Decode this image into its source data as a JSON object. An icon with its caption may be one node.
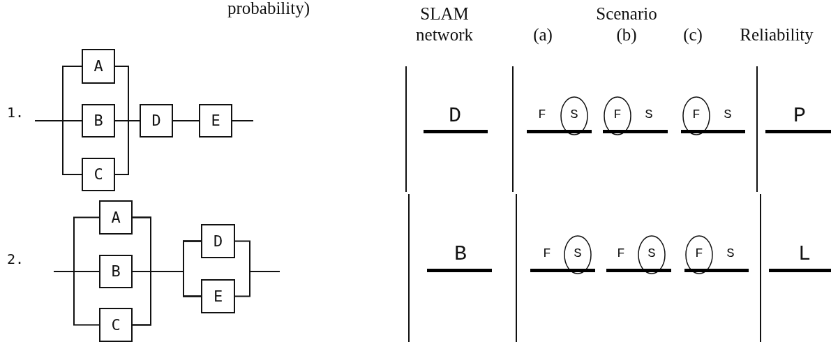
{
  "diagram": {
    "nodes": [
      {
        "text": [
          "A"
        ]
      },
      {
        "text": [
          "B"
        ]
      },
      {
        "text": [
          "C"
        ]
      },
      {
        "text": [
          "D"
        ]
      },
      {
        "text": [
          "E"
        ]
      },
      {
        "text": [
          "A"
        ]
      },
      {
        "text": [
          "B"
        ]
      },
      {
        "text": [
          "C"
        ]
      },
      {
        "text": [
          "D"
        ]
      },
      {
        "text": [
          "E"
        ]
      }
    ],
    "edges": [
      {
        "from": null,
        "to": 0,
        "arrow": "none"
      },
      {
        "from": null,
        "to": 1,
        "arrow": "none"
      },
      {
        "from": null,
        "to": 2,
        "arrow": "none"
      },
      {
        "from": 0,
        "to": 3,
        "arrow": "none"
      },
      {
        "from": 1,
        "to": 3,
        "arrow": "none"
      },
      {
        "from": 2,
        "to": 3,
        "arrow": "none"
      },
      {
        "from": 3,
        "to": 4,
        "arrow": "none"
      },
      {
        "from": 4,
        "to": null,
        "arrow": "none"
      },
      {
        "from": null,
        "to": 5,
        "arrow": "none"
      },
      {
        "from": null,
        "to": 6,
        "arrow": "none"
      },
      {
        "from": null,
        "to": 7,
        "arrow": "none"
      },
      {
        "from": 5,
        "to": 8,
        "arrow": "none"
      },
      {
        "from": 5,
        "to": 9,
        "arrow": "none"
      },
      {
        "from": 6,
        "to": 8,
        "arrow": "none"
      },
      {
        "from": 6,
        "to": 9,
        "arrow": "none"
      },
      {
        "from": 7,
        "to": 8,
        "arrow": "none"
      },
      {
        "from": 7,
        "to": 9,
        "arrow": "none"
      },
      {
        "from": 8,
        "to": null,
        "arrow": "none"
      },
      {
        "from": 9,
        "to": null,
        "arrow": "none"
      }
    ],
    "labels": [
      "probability)",
      "1.",
      "2.",
      "SLAM",
      "network",
      "Scenario",
      "(a)",
      "(b)",
      "(c)",
      "Reliability",
      "D",
      "F",
      "S",
      "F",
      "S",
      "F",
      "S",
      "P",
      "B",
      "F",
      "S",
      "F",
      "S",
      "F",
      "S",
      "L"
    ]
  }
}
